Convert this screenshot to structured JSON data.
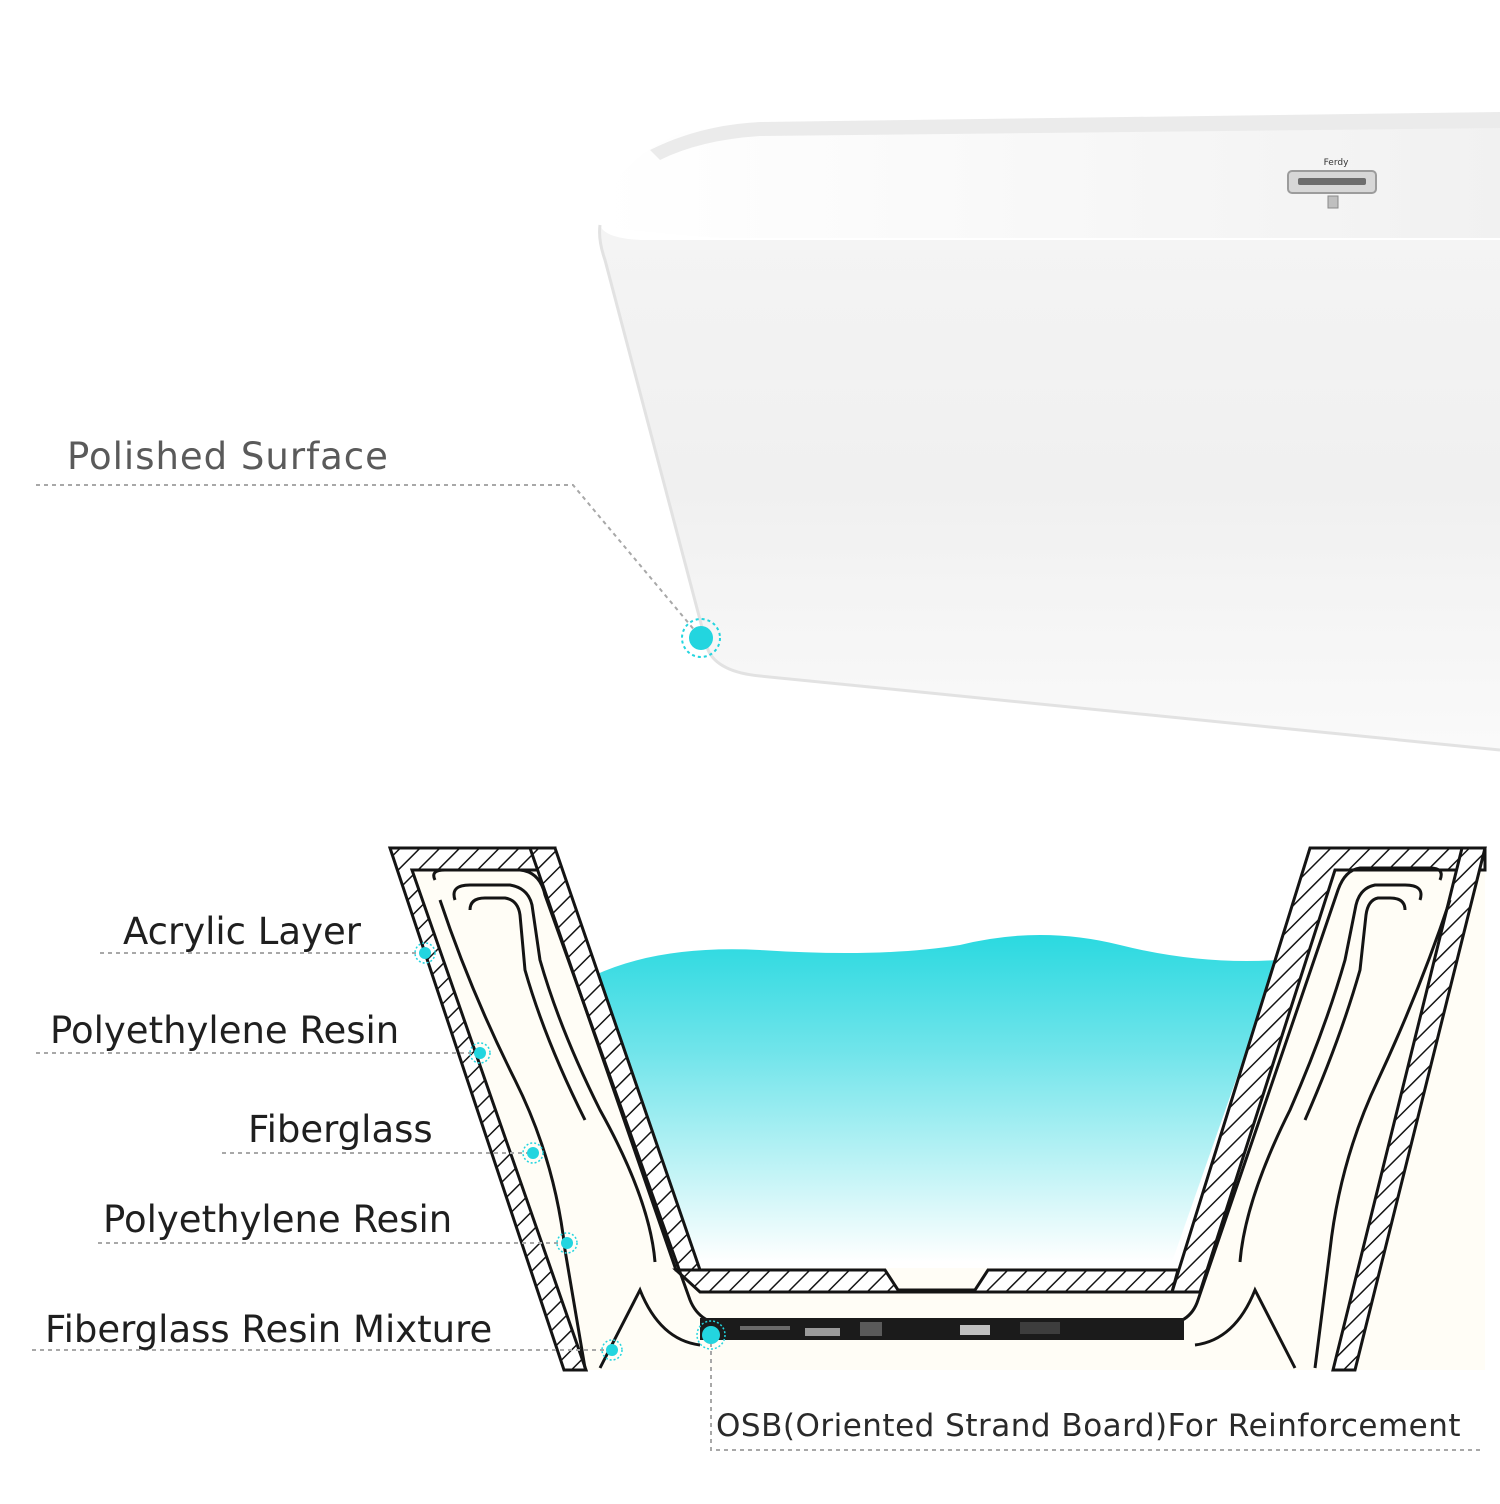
{
  "callouts": {
    "polished_surface": "Polished  Surface",
    "acrylic_layer": "Acrylic Layer",
    "polyethylene_resin_1": "Polyethylene Resin",
    "fiberglass": "Fiberglass",
    "polyethylene_resin_2": "Polyethylene Resin",
    "fiberglass_resin_mixture": "Fiberglass Resin Mixture",
    "osb": "OSB(Oriented Strand Board)For Reinforcement"
  },
  "overflow_brand": "Ferdy",
  "colors": {
    "accent": "#23d5df",
    "water_top": "#2ad9e0",
    "water_bottom": "#ffffff",
    "outline": "#141414",
    "leader": "#a8a8a8"
  }
}
